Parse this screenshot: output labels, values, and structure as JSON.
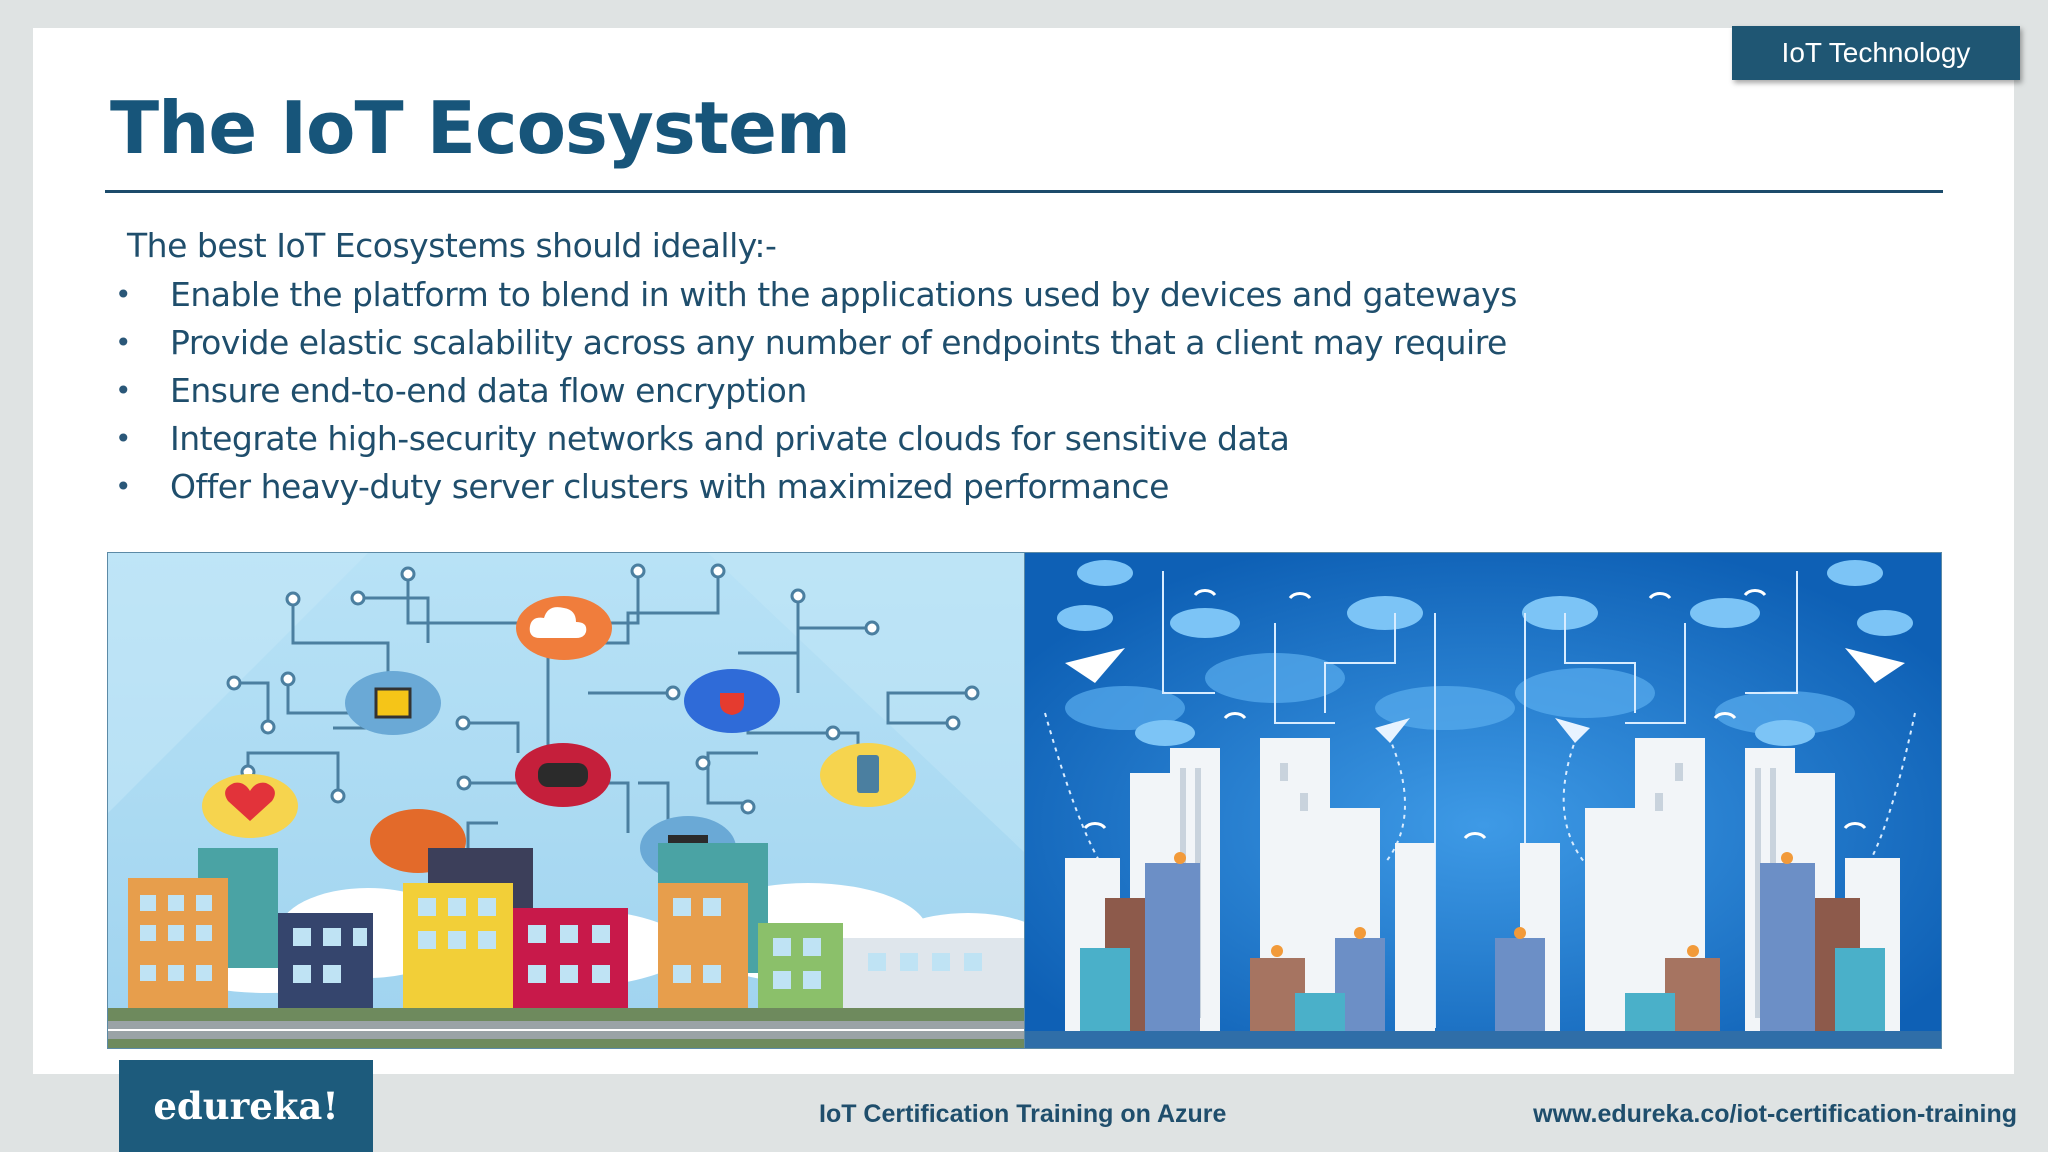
{
  "slide": {
    "tag": "IoT Technology",
    "title": "The IoT Ecosystem",
    "intro": "The best IoT Ecosystems should ideally:-",
    "bullets": [
      "Enable the platform to blend in with the applications used by devices and gateways",
      "Provide elastic scalability across any number of endpoints that a client may require",
      "Ensure end-to-end data flow encryption",
      "Integrate high-security networks and private clouds for sensitive data",
      "Offer heavy-duty server clusters with maximized performance"
    ],
    "bullet_glyph": "•"
  },
  "footer": {
    "logo": "edureka!",
    "course": "IoT Certification Training on Azure",
    "url": "www.edureka.co/iot-certification-training"
  },
  "colors": {
    "brand": "#1f5673",
    "title": "#17557a",
    "text": "#1f4e6c",
    "art_right_bg": "#1373c7"
  }
}
